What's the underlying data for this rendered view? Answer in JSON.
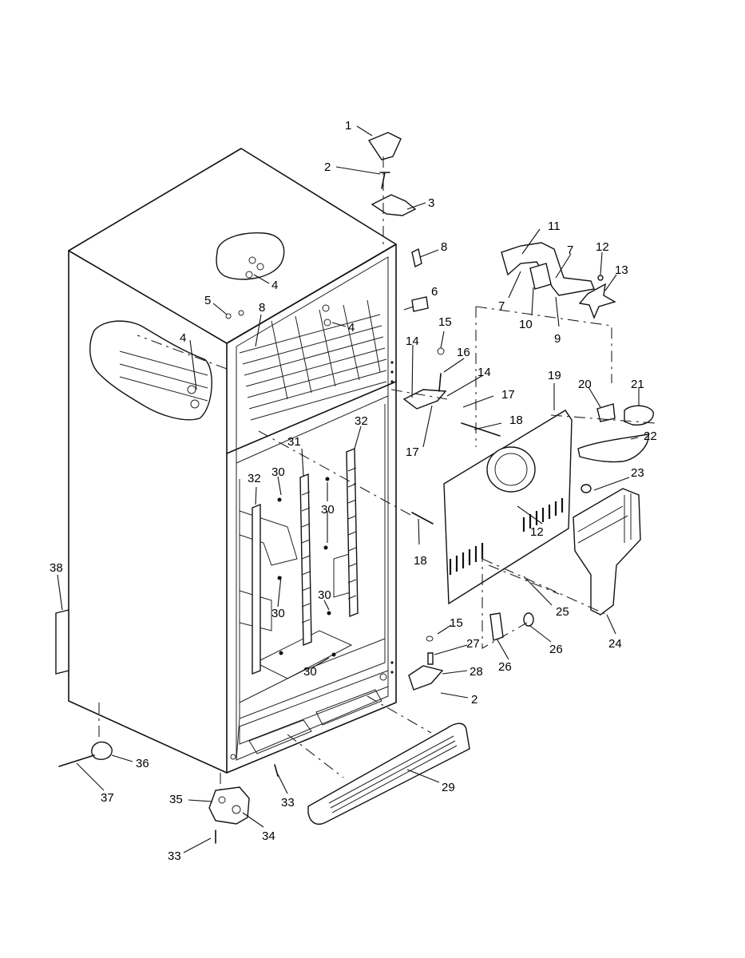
{
  "callouts": [
    {
      "id": "1",
      "text": "1"
    },
    {
      "id": "2a",
      "text": "2"
    },
    {
      "id": "3",
      "text": "3"
    },
    {
      "id": "4a",
      "text": "4"
    },
    {
      "id": "4b",
      "text": "4"
    },
    {
      "id": "4c",
      "text": "4"
    },
    {
      "id": "5",
      "text": "5"
    },
    {
      "id": "6",
      "text": "6"
    },
    {
      "id": "7a",
      "text": "7"
    },
    {
      "id": "7b",
      "text": "7"
    },
    {
      "id": "8a",
      "text": "8"
    },
    {
      "id": "8b",
      "text": "8"
    },
    {
      "id": "9",
      "text": "9"
    },
    {
      "id": "10",
      "text": "10"
    },
    {
      "id": "11",
      "text": "11"
    },
    {
      "id": "12a",
      "text": "12"
    },
    {
      "id": "12b",
      "text": "12"
    },
    {
      "id": "13",
      "text": "13"
    },
    {
      "id": "14a",
      "text": "14"
    },
    {
      "id": "14b",
      "text": "14"
    },
    {
      "id": "15a",
      "text": "15"
    },
    {
      "id": "15b",
      "text": "15"
    },
    {
      "id": "16",
      "text": "16"
    },
    {
      "id": "17a",
      "text": "17"
    },
    {
      "id": "17b",
      "text": "17"
    },
    {
      "id": "18a",
      "text": "18"
    },
    {
      "id": "18b",
      "text": "18"
    },
    {
      "id": "19",
      "text": "19"
    },
    {
      "id": "20",
      "text": "20"
    },
    {
      "id": "21",
      "text": "21"
    },
    {
      "id": "22",
      "text": "22"
    },
    {
      "id": "23",
      "text": "23"
    },
    {
      "id": "24",
      "text": "24"
    },
    {
      "id": "25",
      "text": "25"
    },
    {
      "id": "26a",
      "text": "26"
    },
    {
      "id": "26b",
      "text": "26"
    },
    {
      "id": "27",
      "text": "27"
    },
    {
      "id": "28",
      "text": "28"
    },
    {
      "id": "2b",
      "text": "2"
    },
    {
      "id": "29",
      "text": "29"
    },
    {
      "id": "30a",
      "text": "30"
    },
    {
      "id": "30b",
      "text": "30"
    },
    {
      "id": "30c",
      "text": "30"
    },
    {
      "id": "30d",
      "text": "30"
    },
    {
      "id": "30e",
      "text": "30"
    },
    {
      "id": "31",
      "text": "31"
    },
    {
      "id": "32a",
      "text": "32"
    },
    {
      "id": "32b",
      "text": "32"
    },
    {
      "id": "33a",
      "text": "33"
    },
    {
      "id": "33b",
      "text": "33"
    },
    {
      "id": "34",
      "text": "34"
    },
    {
      "id": "35",
      "text": "35"
    },
    {
      "id": "36",
      "text": "36"
    },
    {
      "id": "37",
      "text": "37"
    },
    {
      "id": "38",
      "text": "38"
    }
  ]
}
